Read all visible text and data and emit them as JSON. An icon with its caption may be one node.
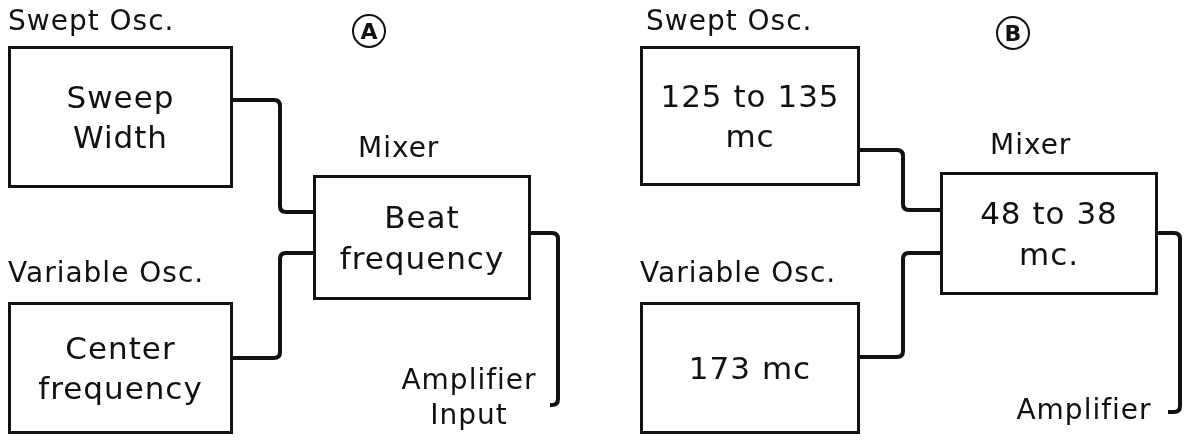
{
  "diagram": {
    "nodes": [
      {
        "text": [
          "Swept Osc.",
          "Sweep Width"
        ]
      },
      {
        "text": [
          "Variable Osc.",
          "Center frequency"
        ]
      },
      {
        "text": [
          "Mixer",
          "Beat frequency"
        ]
      },
      {
        "text": [
          "Amplifier Input"
        ]
      },
      {
        "text": [
          "Swept Osc.",
          "125 to 135 mc"
        ]
      },
      {
        "text": [
          "Variable Osc.",
          "173 mc"
        ]
      },
      {
        "text": [
          "Mixer",
          "48 to 38 mc."
        ]
      },
      {
        "text": [
          "Amplifier"
        ]
      }
    ],
    "edges": [
      {
        "from": 0,
        "to": 2,
        "arrow": "none"
      },
      {
        "from": 1,
        "to": 2,
        "arrow": "none"
      },
      {
        "from": 2,
        "to": 3,
        "arrow": "none"
      },
      {
        "from": 4,
        "to": 6,
        "arrow": "none"
      },
      {
        "from": 5,
        "to": 6,
        "arrow": "none"
      },
      {
        "from": 6,
        "to": 7,
        "arrow": "none"
      }
    ],
    "labels": [
      "A",
      "B"
    ]
  }
}
